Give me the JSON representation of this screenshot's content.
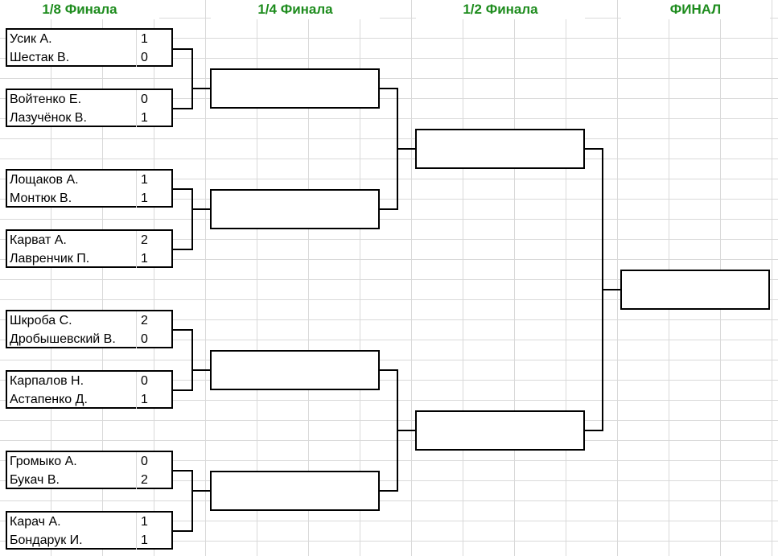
{
  "rounds": {
    "r16": "1/8 Финала",
    "qf": "1/4 Финала",
    "sf": "1/2 Финала",
    "final": "ФИНАЛ"
  },
  "colors": {
    "header": "#1e8c1e",
    "grid": "#d9d9d9",
    "line": "#000000"
  },
  "matches": [
    {
      "p1": "Усик А.",
      "s1": "1",
      "p2": "Шестак В.",
      "s2": "0"
    },
    {
      "p1": "Войтенко Е.",
      "s1": "0",
      "p2": "Лазучёнок В.",
      "s2": "1"
    },
    {
      "p1": "Лощаков А.",
      "s1": "1",
      "p2": "Монтюк В.",
      "s2": "1"
    },
    {
      "p1": "Карват А.",
      "s1": "2",
      "p2": "Лавренчик П.",
      "s2": "1"
    },
    {
      "p1": "Шкроба С.",
      "s1": "2",
      "p2": "Дробышевский В.",
      "s2": "0"
    },
    {
      "p1": "Карпалов Н.",
      "s1": "0",
      "p2": "Астапенко Д.",
      "s2": "1"
    },
    {
      "p1": "Громыко А.",
      "s1": "0",
      "p2": "Букач В.",
      "s2": "2"
    },
    {
      "p1": "Карач А.",
      "s1": "1",
      "p2": "Бондарук И.",
      "s2": "1"
    }
  ]
}
